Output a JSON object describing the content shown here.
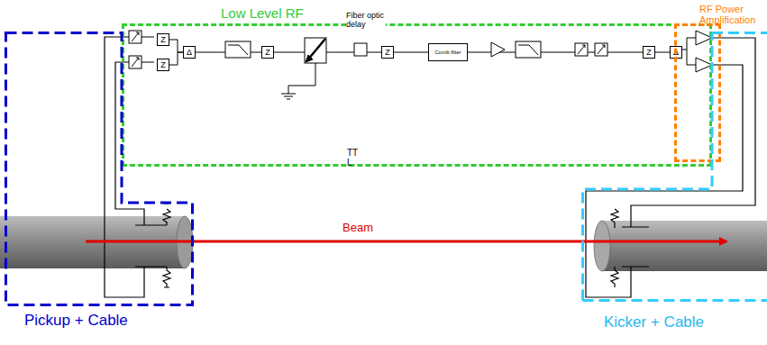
{
  "diagram": {
    "nodes": [
      {
        "text": [
          "Low Level RF"
        ]
      },
      {
        "text": [
          "Z"
        ],
        "in": 0
      },
      {
        "text": [
          "Z"
        ],
        "in": 0
      },
      {
        "text": [
          "Δ"
        ],
        "in": 0
      },
      {
        "text": [
          "Z"
        ],
        "in": 0
      },
      {
        "text": [
          "Z"
        ],
        "in": 0
      },
      {
        "text": [
          "Comb filter"
        ],
        "in": 0
      },
      {
        "text": [
          "Z"
        ],
        "in": 0
      },
      {
        "text": [
          "Δ"
        ],
        "in": 0
      },
      {
        "text": [
          "RF Power Amplification"
        ]
      },
      {
        "text": [
          "Pickup + Cable"
        ]
      },
      {
        "text": [
          "Kicker + Cable"
        ]
      }
    ],
    "edges": [
      {
        "from": 1,
        "to": 3,
        "arrow": "none"
      },
      {
        "from": 2,
        "to": 3,
        "arrow": "none"
      },
      {
        "from": 3,
        "to": 4,
        "arrow": "none"
      },
      {
        "from": 4,
        "to": 5,
        "arrow": "none"
      },
      {
        "from": 5,
        "to": 6,
        "arrow": "none"
      },
      {
        "from": 6,
        "to": 7,
        "arrow": "none"
      },
      {
        "from": 7,
        "to": 8,
        "arrow": "none"
      }
    ],
    "labels": [
      "Fiber optic delay",
      "TTL",
      "Beam"
    ]
  }
}
